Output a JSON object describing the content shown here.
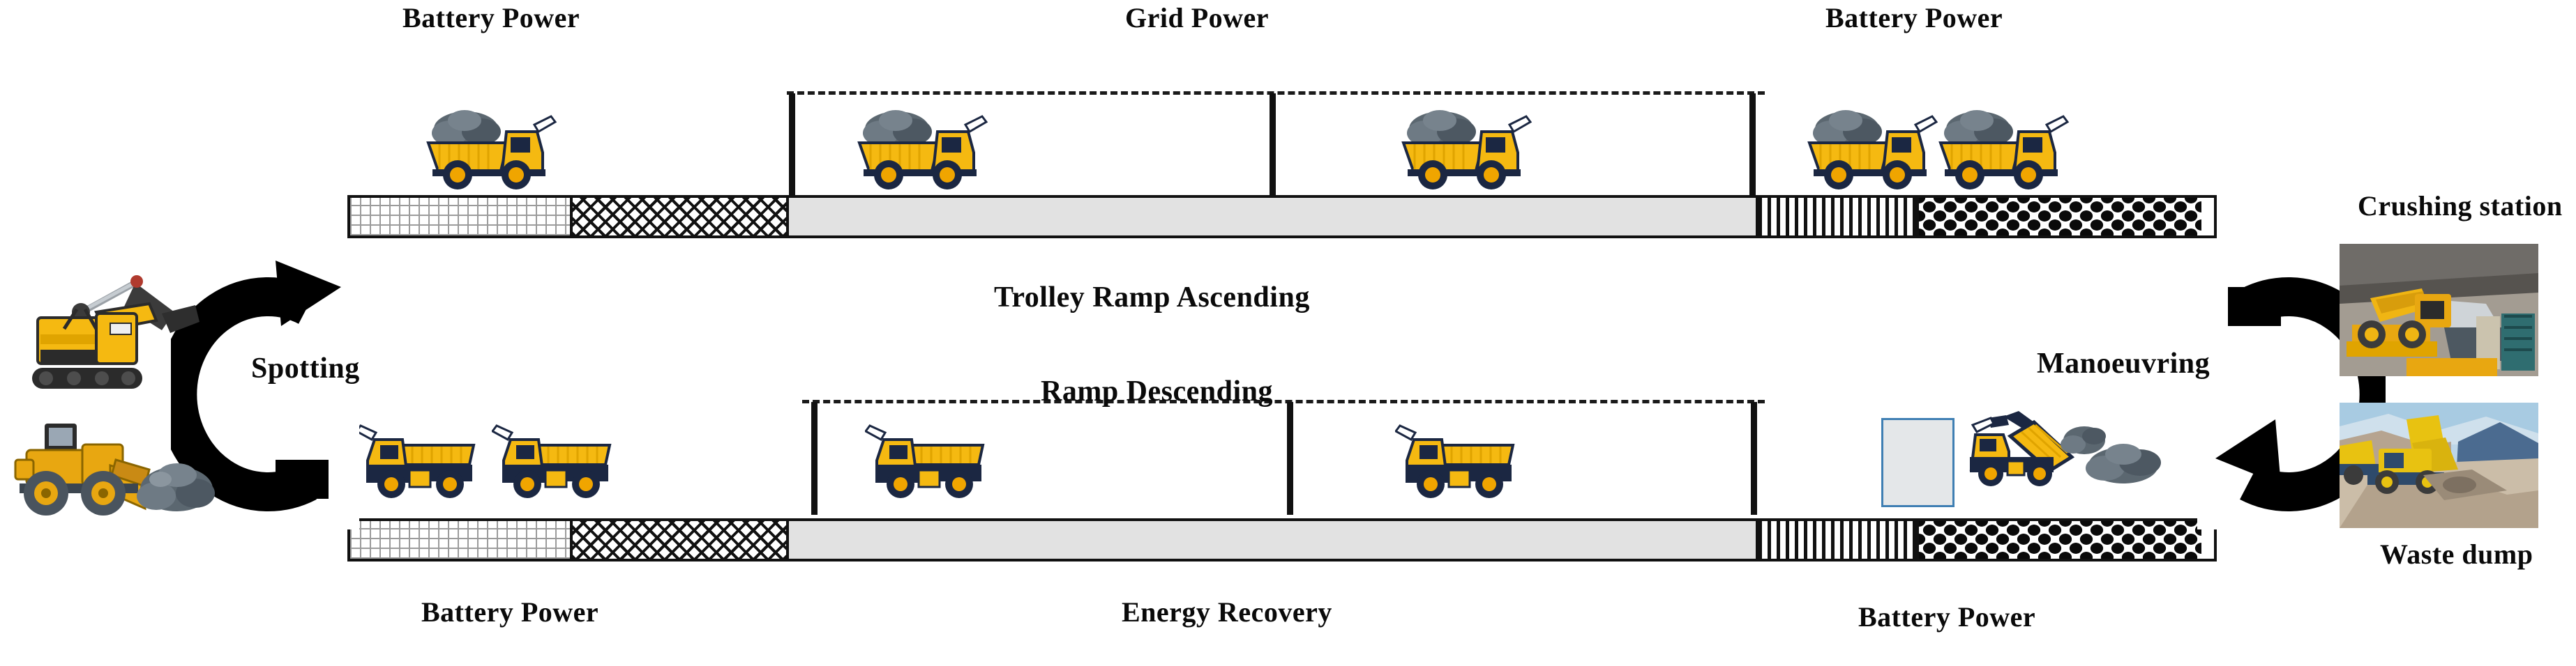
{
  "diagram": {
    "title": "Trolley-assist haulage cycle",
    "labels": {
      "top_left_power": "Battery Power",
      "top_mid_power": "Grid Power",
      "top_right_power": "Battery Power",
      "top_center_phase": "Trolley  Ramp Ascending",
      "bottom_center_phase": "Ramp Descending",
      "bottom_left_power": "Battery Power",
      "bottom_mid_power": "Energy Recovery",
      "bottom_right_power": "Battery Power",
      "left_cycle": "Spotting",
      "right_cycle": "Manoeuvring",
      "crushing_station": "Crushing station",
      "waste_dump": "Waste  dump"
    },
    "colors": {
      "truck_body": "#f5b911",
      "truck_dark": "#1b2742",
      "ore": "#5b6770",
      "bar_stroke": "#111111",
      "plain_segment": "#e2e2e2",
      "blue_box_border": "#3f7fb3",
      "arrow": "#000000"
    },
    "top_row": {
      "direction": "loaded-ascending",
      "segments": [
        {
          "name": "battery-grid-segment",
          "pattern": "fine-grid"
        },
        {
          "name": "battery-hatch-segment",
          "pattern": "diagonal-crosshatch"
        },
        {
          "name": "trolley-ramp-segment",
          "pattern": "plain-grey"
        },
        {
          "name": "battery-stripe-segment",
          "pattern": "vertical-stripes"
        },
        {
          "name": "queue-dots-segment",
          "pattern": "dot-lattice"
        }
      ],
      "trucks": [
        {
          "name": "loaded-truck-1",
          "state": "loaded",
          "facing": "right"
        },
        {
          "name": "loaded-truck-2",
          "state": "loaded",
          "facing": "right"
        },
        {
          "name": "loaded-truck-3",
          "state": "loaded",
          "facing": "right"
        },
        {
          "name": "loaded-truck-4",
          "state": "loaded",
          "facing": "right"
        },
        {
          "name": "loaded-truck-5",
          "state": "loaded",
          "facing": "right"
        }
      ]
    },
    "bottom_row": {
      "direction": "empty-descending",
      "segments": [
        {
          "name": "battery-grid-segment",
          "pattern": "fine-grid"
        },
        {
          "name": "battery-hatch-segment",
          "pattern": "diagonal-crosshatch"
        },
        {
          "name": "ramp-descending-segment",
          "pattern": "plain-grey"
        },
        {
          "name": "battery-stripe-segment",
          "pattern": "vertical-stripes"
        },
        {
          "name": "queue-dots-segment",
          "pattern": "dot-lattice"
        }
      ],
      "trucks": [
        {
          "name": "empty-truck-1",
          "state": "empty",
          "facing": "left"
        },
        {
          "name": "empty-truck-2",
          "state": "empty",
          "facing": "left"
        },
        {
          "name": "empty-truck-3",
          "state": "empty",
          "facing": "left"
        },
        {
          "name": "empty-truck-4",
          "state": "empty",
          "facing": "left"
        },
        {
          "name": "tipping-truck",
          "state": "tipping",
          "facing": "left"
        }
      ]
    },
    "equipment": {
      "shovel": "rope-shovel",
      "loader": "wheel-loader-with-ore"
    },
    "photos": {
      "crushing_station_caption": "Crushing station",
      "waste_dump_caption": "Waste  dump"
    }
  }
}
